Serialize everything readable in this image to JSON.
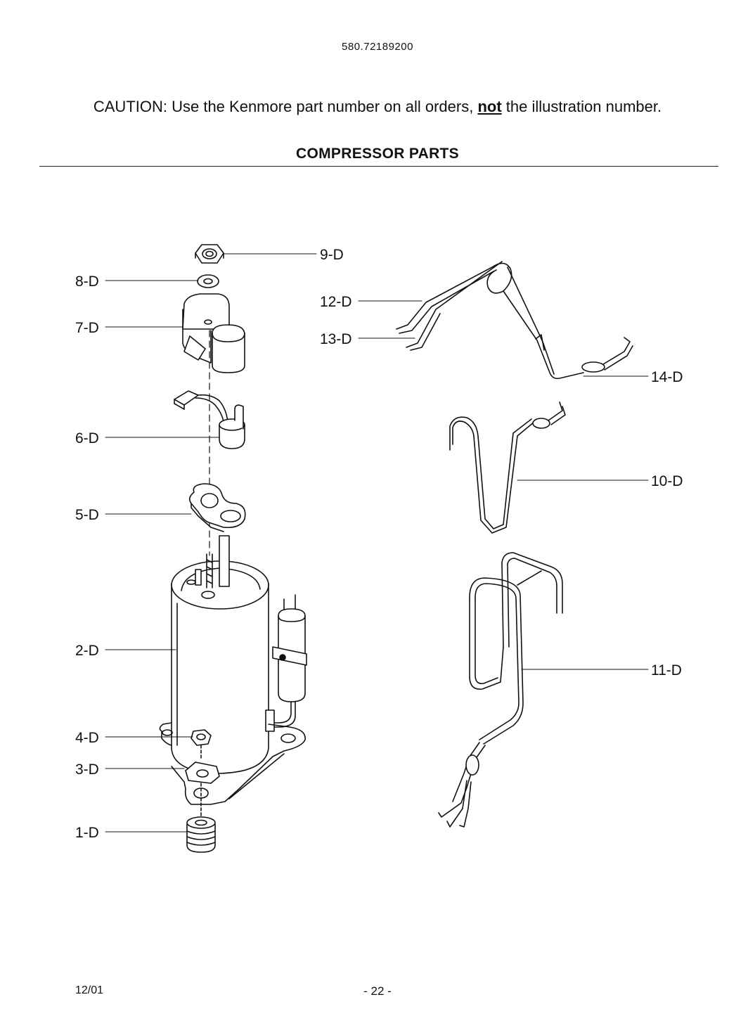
{
  "document": {
    "model_number": "580.72189200",
    "caution": {
      "prefix": "CAUTION: Use the Kenmore part number on all orders, ",
      "emphasis": "not",
      "suffix": " the illustration number."
    },
    "section_title": "COMPRESSOR PARTS",
    "footer_date": "12/01",
    "page_number": "- 22 -"
  },
  "callouts": {
    "c1": "1-D",
    "c2": "2-D",
    "c3": "3-D",
    "c4": "4-D",
    "c5": "5-D",
    "c6": "6-D",
    "c7": "7-D",
    "c8": "8-D",
    "c9": "9-D",
    "c10": "10-D",
    "c11": "11-D",
    "c12": "12-D",
    "c13": "13-D",
    "c14": "14-D"
  },
  "colors": {
    "ink": "#111111",
    "paper": "#ffffff"
  }
}
